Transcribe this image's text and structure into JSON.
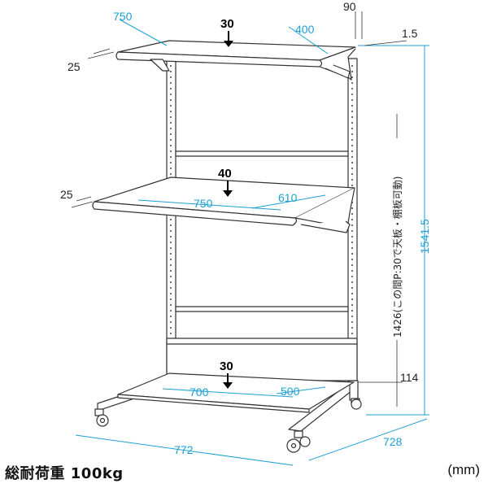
{
  "labels": {
    "top_shelf_width": "750",
    "top_shelf_depth": "400",
    "top_shelf_load": "30",
    "top_offset": "90",
    "top_thickness": "1.5",
    "top_overhang": "25",
    "mid_shelf_width": "750",
    "mid_shelf_depth": "610",
    "mid_shelf_load": "40",
    "mid_overhang": "25",
    "bottom_shelf_width": "700",
    "bottom_shelf_depth": "500",
    "bottom_shelf_load": "30",
    "bottom_height": "114",
    "pitch_note": "1426(この間P:30で天板・棚板可動)",
    "total_height": "1541.5",
    "base_width": "772",
    "base_depth": "728"
  },
  "footer": {
    "total_load": "総耐荷重 100kg",
    "unit": "(mm)"
  },
  "colors": {
    "dimension": "#1e9fd3",
    "outline": "#333333",
    "text": "#222222"
  }
}
